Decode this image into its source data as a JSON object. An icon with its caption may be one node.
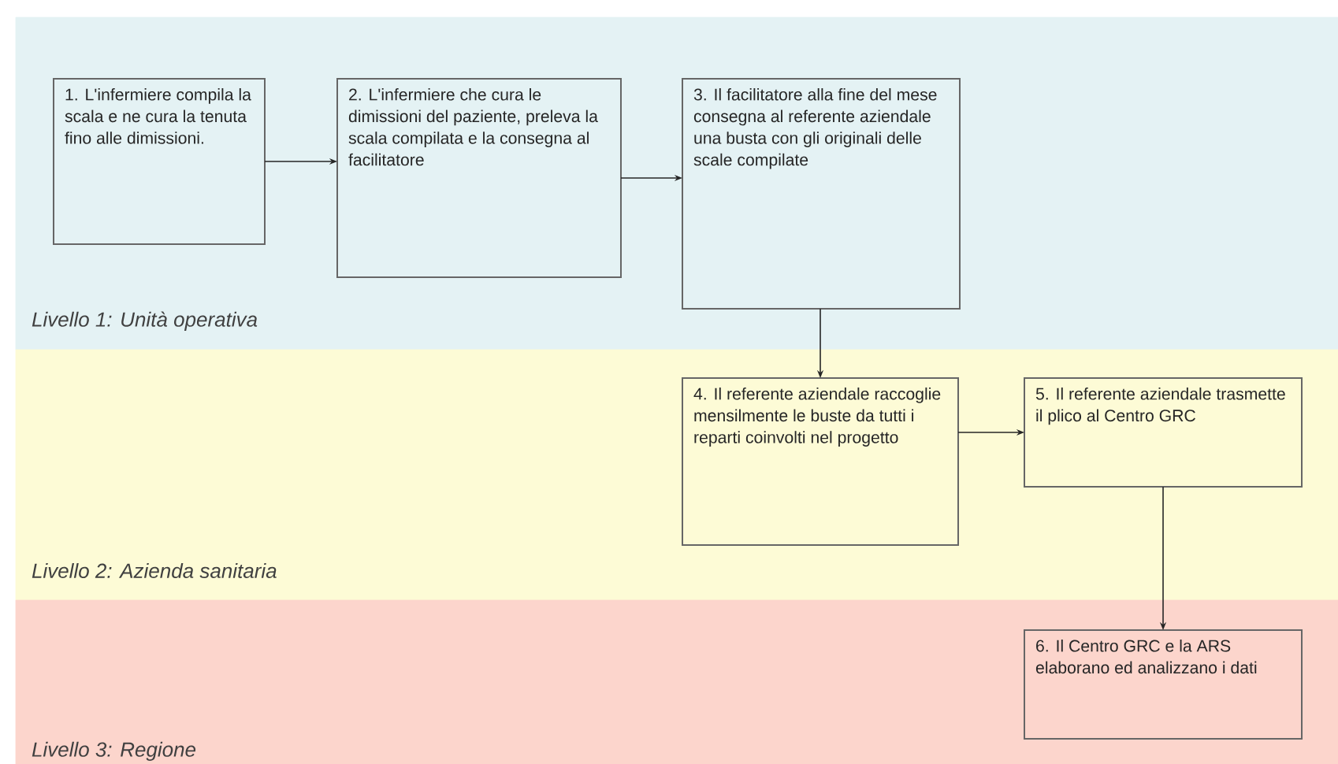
{
  "diagram": {
    "nodes": [
      {
        "text": [
          "Livello 1: Unità operativa"
        ]
      },
      {
        "text": [
          "1. L'infermiere compila la scala e ne cura la tenuta fino alle dimissioni."
        ],
        "in": 0
      },
      {
        "text": [
          "2. L'infermiere che cura le dimissioni del paziente, preleva la scala compilata e la consegna al facilitatore"
        ],
        "in": 0
      },
      {
        "text": [
          "3. Il facilitatore alla fine del mese consegna al referente aziendale una busta con gli originali delle scale compilate"
        ],
        "in": 0
      },
      {
        "text": [
          "Livello 2: Azienda sanitaria"
        ]
      },
      {
        "text": [
          "4. Il referente aziendale raccoglie mensilmente le buste da tutti i reparti coinvolti nel progetto"
        ],
        "in": 4
      },
      {
        "text": [
          "5. Il referente aziendale trasmette il plico al Centro GRC"
        ],
        "in": 4
      },
      {
        "text": [
          "Livello 3: Regione"
        ]
      },
      {
        "text": [
          "6. Il Centro GRC e la ARS elaborano ed analizzano i dati"
        ],
        "in": 7
      }
    ],
    "edges": [
      {
        "from": 1,
        "to": 2,
        "arrow": "to"
      },
      {
        "from": 2,
        "to": 3,
        "arrow": "to"
      },
      {
        "from": 3,
        "to": 5,
        "arrow": "to"
      },
      {
        "from": 5,
        "to": 6,
        "arrow": "to"
      },
      {
        "from": 6,
        "to": 8,
        "arrow": "to"
      }
    ]
  }
}
